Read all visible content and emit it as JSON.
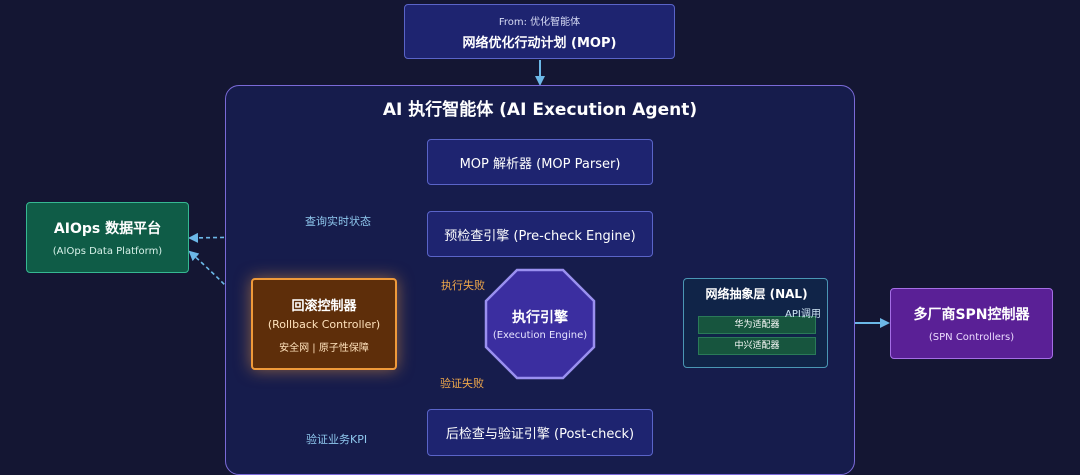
{
  "mop": {
    "from": "From: 优化智能体",
    "title": "网络优化行动计划 (MOP)"
  },
  "agent": {
    "title": "AI 执行智能体 (AI Execution Agent)"
  },
  "parser": {
    "label": "MOP 解析器 (MOP Parser)"
  },
  "precheck": {
    "label": "预检查引擎 (Pre-check Engine)"
  },
  "execution": {
    "title": "执行引擎",
    "subtitle": "(Execution Engine)"
  },
  "postcheck": {
    "label": "后检查与验证引擎 (Post-check)"
  },
  "rollback": {
    "title": "回滚控制器",
    "subtitle": "(Rollback Controller)",
    "note": "安全网 | 原子性保障"
  },
  "aiops": {
    "title": "AIOps 数据平台",
    "subtitle": "(AIOps Data Platform)"
  },
  "nal": {
    "title": "网络抽象层 (NAL)",
    "adapters": [
      "华为适配器",
      "中兴适配器"
    ]
  },
  "spn": {
    "title": "多厂商SPN控制器",
    "subtitle": "(SPN Controllers)"
  },
  "edges": {
    "query_realtime": "查询实时状态",
    "exec_fail": "执行失败",
    "verify_fail": "验证失败",
    "api_call": "API调用",
    "verify_kpi": "验证业务KPI"
  },
  "colors": {
    "background": "#141633",
    "navy_fill": "#1e2470",
    "accent_arrow": "#6cb8e8",
    "aiops_green": "#0f5c47",
    "rollback_orange": "#f09a3a",
    "spn_purple": "#5a2096",
    "execution_purple": "#3b2ea0"
  }
}
